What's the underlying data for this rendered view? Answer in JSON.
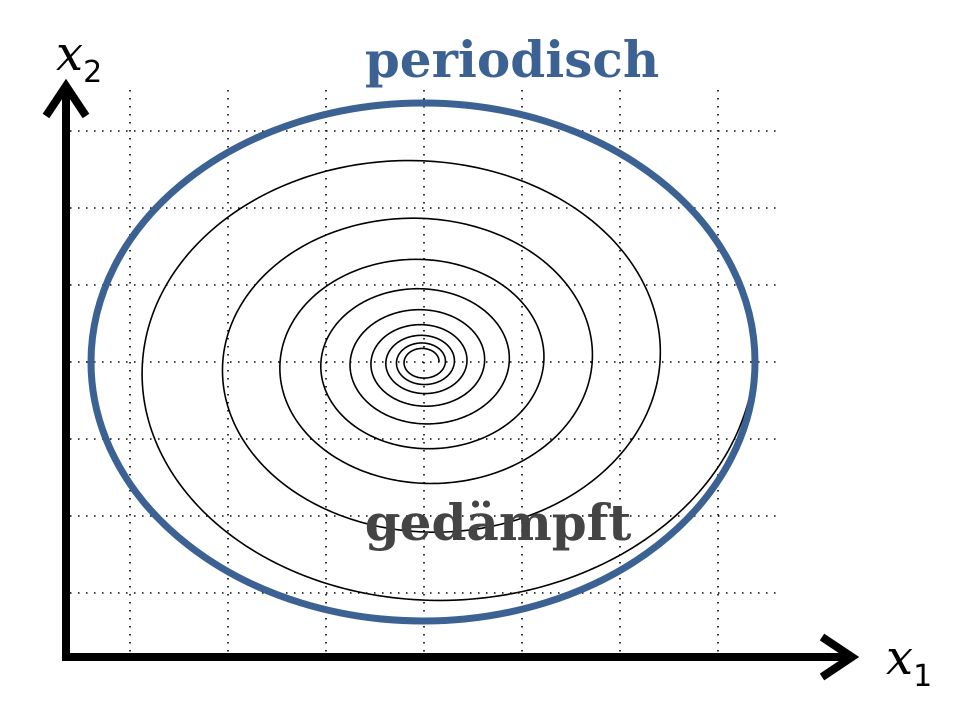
{
  "axes": {
    "x_label": "x",
    "x_subscript": "1",
    "y_label": "x",
    "y_subscript": "2"
  },
  "curves": {
    "periodic": {
      "label": "periodisch",
      "color": "#3c6293"
    },
    "damped": {
      "label": "gedämpft",
      "color": "#000000",
      "label_color": "#444444"
    }
  }
}
